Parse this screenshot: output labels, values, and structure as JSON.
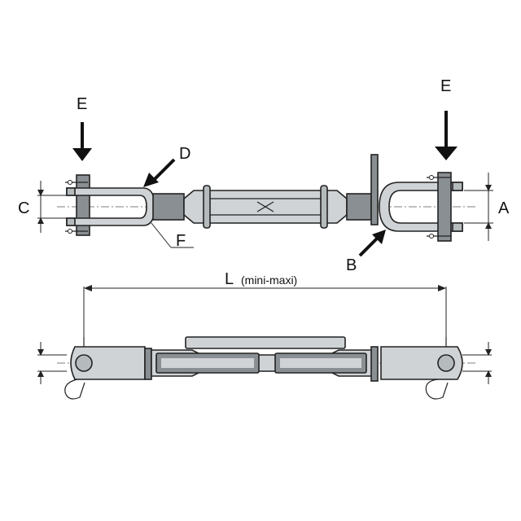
{
  "labels": {
    "a": "A",
    "b": "B",
    "c": "C",
    "d": "D",
    "e_left": "E",
    "e_right": "E",
    "f": "F",
    "l": "L",
    "l_note": "(mini-maxi)"
  },
  "colors": {
    "body": "#cfd3d6",
    "dark_part": "#8a8f93",
    "outline": "#222222"
  }
}
